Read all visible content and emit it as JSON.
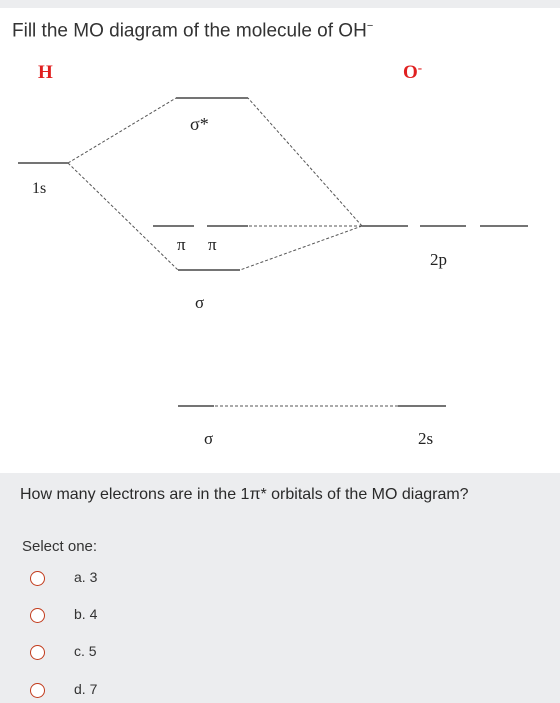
{
  "question": {
    "title": "Fill the MO diagram of the molecule of OH",
    "title_sup": "−",
    "prompt": "How many electrons are in the 1π* orbitals of the MO diagram?"
  },
  "diagram": {
    "left_atom": "H",
    "right_atom": "O",
    "right_atom_sup": "-",
    "h_orbital": "1s",
    "o_orbital_2p": "2p",
    "o_orbital_2s": "2s",
    "mo_sigma_star": "σ*",
    "mo_pi_1": "π",
    "mo_pi_2": "π",
    "mo_sigma_mid": "σ",
    "mo_sigma_low": "σ",
    "colors": {
      "atom_label": "#e02020",
      "line": "#222222"
    }
  },
  "answers": {
    "select_label": "Select one:",
    "options": [
      "a. 3",
      "b. 4",
      "c. 5",
      "d. 7"
    ]
  }
}
